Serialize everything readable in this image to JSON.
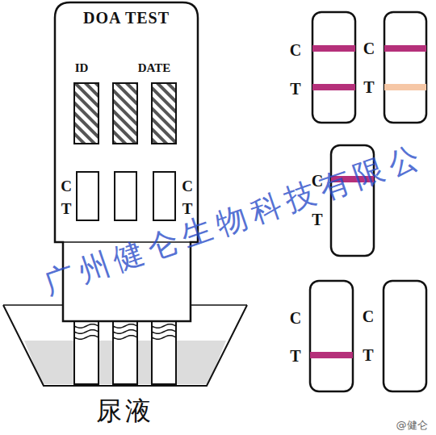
{
  "diagram": {
    "nodes": [
      {
        "text": [
          "DOA TEST"
        ]
      },
      {
        "text": [
          "尿液"
        ]
      }
    ],
    "labels": [
      "ID",
      "DATE",
      "C",
      "T",
      "C",
      "T",
      "C",
      "T",
      "C",
      "T",
      "C",
      "T",
      "C",
      "T",
      "C",
      "T",
      "广州健仑生物科技有限公",
      "@健仑"
    ]
  }
}
